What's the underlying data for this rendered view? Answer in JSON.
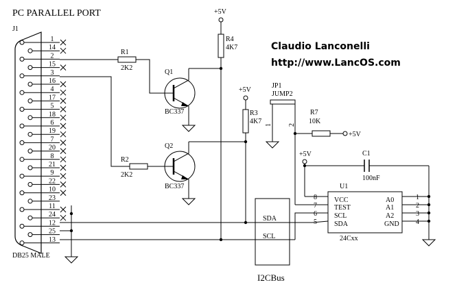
{
  "title": "PC PARALLEL PORT",
  "author": {
    "name": "Claudio Lanconelli",
    "url": "http://www.LancOS.com"
  },
  "connector": {
    "ref": "J1",
    "caption": "DB25 MALE",
    "pins": [
      "1",
      "14",
      "2",
      "15",
      "3",
      "16",
      "4",
      "17",
      "5",
      "18",
      "6",
      "19",
      "7",
      "20",
      "8",
      "21",
      "9",
      "22",
      "10",
      "23",
      "11",
      "24",
      "12",
      "25",
      "13"
    ]
  },
  "resistors": {
    "r1": {
      "ref": "R1",
      "value": "2K2"
    },
    "r2": {
      "ref": "R2",
      "value": "2K2"
    },
    "r3": {
      "ref": "R3",
      "value": "4K7"
    },
    "r4": {
      "ref": "R4",
      "value": "4K7"
    },
    "r7": {
      "ref": "R7",
      "value": "10K"
    }
  },
  "transistors": {
    "q1": {
      "ref": "Q1",
      "part": "BC337"
    },
    "q2": {
      "ref": "Q2",
      "part": "BC337"
    }
  },
  "jumper": {
    "ref": "JP1",
    "name": "JUMP2",
    "pin1": "1",
    "pin2": "2"
  },
  "capacitor": {
    "ref": "C1",
    "value": "100nF"
  },
  "supply": "+5V",
  "ic": {
    "ref": "U1",
    "part": "24Cxx",
    "left_pins": [
      {
        "num": "8",
        "name": "VCC"
      },
      {
        "num": "7",
        "name": "TEST"
      },
      {
        "num": "6",
        "name": "SCL"
      },
      {
        "num": "5",
        "name": "SDA"
      }
    ],
    "right_pins": [
      {
        "num": "1",
        "name": "A0"
      },
      {
        "num": "2",
        "name": "A1"
      },
      {
        "num": "3",
        "name": "A2"
      },
      {
        "num": "4",
        "name": "GND"
      }
    ]
  },
  "i2c": {
    "sda": "SDA",
    "scl": "SCL",
    "caption": "I2CBus"
  }
}
